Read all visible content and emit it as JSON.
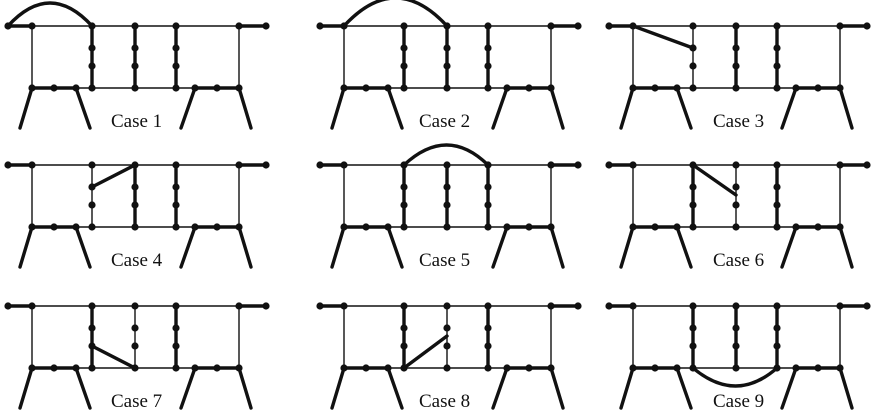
{
  "figure": {
    "captions": [
      "Case 1",
      "Case 2",
      "Case 3",
      "Case 4",
      "Case 5",
      "Case 6",
      "Case 7",
      "Case 8",
      "Case 9"
    ]
  }
}
